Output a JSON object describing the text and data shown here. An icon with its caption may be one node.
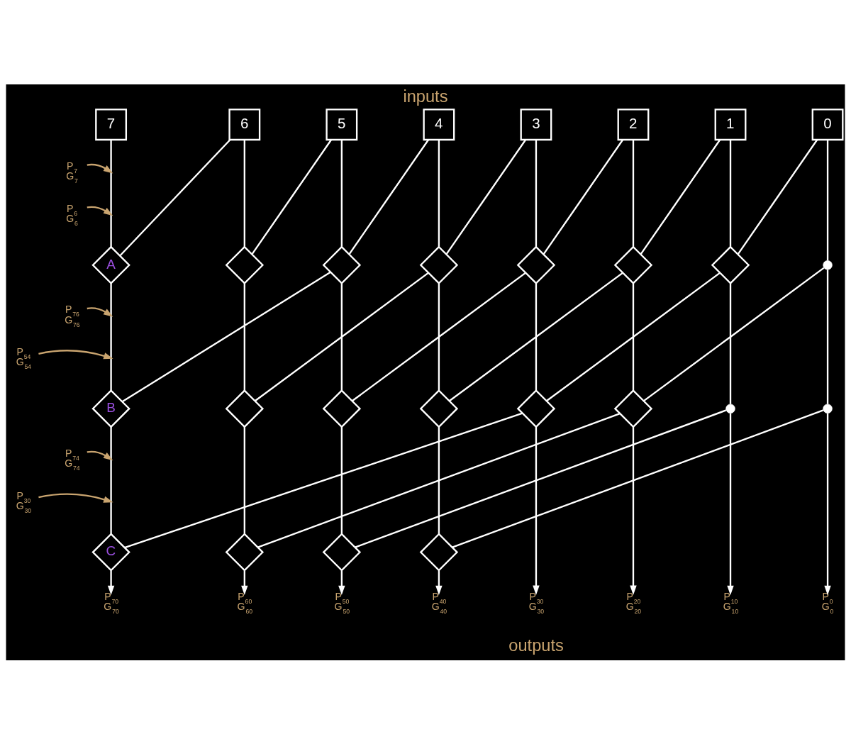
{
  "diagram": {
    "title": "inputs",
    "caption": "outputs",
    "nodes": [
      {
        "text": [
          "7"
        ]
      },
      {
        "text": [
          "6"
        ]
      },
      {
        "text": [
          "5"
        ]
      },
      {
        "text": [
          "4"
        ]
      },
      {
        "text": [
          "3"
        ]
      },
      {
        "text": [
          "2"
        ]
      },
      {
        "text": [
          "1"
        ]
      },
      {
        "text": [
          "0"
        ]
      },
      {
        "text": [
          "A"
        ]
      },
      {
        "text": [],
        "shape": "diamond"
      },
      {
        "text": [],
        "shape": "diamond"
      },
      {
        "text": [],
        "shape": "diamond"
      },
      {
        "text": [],
        "shape": "diamond"
      },
      {
        "text": [],
        "shape": "diamond"
      },
      {
        "text": [],
        "shape": "diamond"
      },
      {
        "text": [],
        "shape": "circle"
      },
      {
        "text": [
          "B"
        ]
      },
      {
        "text": [],
        "shape": "diamond"
      },
      {
        "text": [],
        "shape": "diamond"
      },
      {
        "text": [],
        "shape": "diamond"
      },
      {
        "text": [],
        "shape": "diamond"
      },
      {
        "text": [],
        "shape": "diamond"
      },
      {
        "text": [],
        "shape": "circle"
      },
      {
        "text": [],
        "shape": "circle"
      },
      {
        "text": [
          "C"
        ]
      },
      {
        "text": [],
        "shape": "diamond"
      },
      {
        "text": [],
        "shape": "diamond"
      },
      {
        "text": [],
        "shape": "diamond"
      },
      {
        "text": [
          "P$_{70}$",
          "G$_{70}$"
        ]
      },
      {
        "text": [
          "P$_{60}$",
          "G$_{60}$"
        ]
      },
      {
        "text": [
          "P$_{50}$",
          "G$_{50}$"
        ]
      },
      {
        "text": [
          "P$_{40}$",
          "G$_{40}$"
        ]
      },
      {
        "text": [
          "P$_{30}$",
          "G$_{30}$"
        ]
      },
      {
        "text": [
          "P$_{20}$",
          "G$_{20}$"
        ]
      },
      {
        "text": [
          "P$_{10}$",
          "G$_{10}$"
        ]
      },
      {
        "text": [
          "P$_{0}$",
          "G$_{0}$"
        ]
      },
      {
        "text": [
          "P$_{7}$",
          "G$_{7}$"
        ]
      },
      {
        "text": [
          "P$_{6}$",
          "G$_{6}$"
        ]
      },
      {
        "text": [
          "P$_{76}$",
          "G$_{76}$"
        ]
      },
      {
        "text": [
          "P$_{54}$",
          "G$_{54}$"
        ]
      },
      {
        "text": [
          "P$_{74}$",
          "G$_{74}$"
        ]
      },
      {
        "text": [
          "P$_{30}$",
          "G$_{30}$"
        ]
      }
    ],
    "edges": [
      {
        "from": 0,
        "to": 8,
        "arrow": "none"
      },
      {
        "from": 1,
        "to": 8,
        "arrow": "none"
      },
      {
        "from": 1,
        "to": 9,
        "arrow": "none"
      },
      {
        "from": 2,
        "to": 9,
        "arrow": "none"
      },
      {
        "from": 2,
        "to": 10,
        "arrow": "none"
      },
      {
        "from": 3,
        "to": 10,
        "arrow": "none"
      },
      {
        "from": 3,
        "to": 11,
        "arrow": "none"
      },
      {
        "from": 4,
        "to": 11,
        "arrow": "none"
      },
      {
        "from": 4,
        "to": 12,
        "arrow": "none"
      },
      {
        "from": 5,
        "to": 12,
        "arrow": "none"
      },
      {
        "from": 5,
        "to": 13,
        "arrow": "none"
      },
      {
        "from": 6,
        "to": 13,
        "arrow": "none"
      },
      {
        "from": 6,
        "to": 14,
        "arrow": "none"
      },
      {
        "from": 7,
        "to": 14,
        "arrow": "none"
      },
      {
        "from": 7,
        "to": 15,
        "arrow": "none"
      },
      {
        "from": 8,
        "to": 16,
        "arrow": "none"
      },
      {
        "from": 10,
        "to": 16,
        "arrow": "none"
      },
      {
        "from": 9,
        "to": 17,
        "arrow": "none"
      },
      {
        "from": 11,
        "to": 17,
        "arrow": "none"
      },
      {
        "from": 10,
        "to": 18,
        "arrow": "none"
      },
      {
        "from": 12,
        "to": 18,
        "arrow": "none"
      },
      {
        "from": 11,
        "to": 19,
        "arrow": "none"
      },
      {
        "from": 13,
        "to": 19,
        "arrow": "none"
      },
      {
        "from": 12,
        "to": 20,
        "arrow": "none"
      },
      {
        "from": 14,
        "to": 20,
        "arrow": "none"
      },
      {
        "from": 13,
        "to": 21,
        "arrow": "none"
      },
      {
        "from": 15,
        "to": 21,
        "arrow": "none"
      },
      {
        "from": 14,
        "to": 22,
        "arrow": "none"
      },
      {
        "from": 15,
        "to": 23,
        "arrow": "none"
      },
      {
        "from": 16,
        "to": 24,
        "arrow": "none"
      },
      {
        "from": 20,
        "to": 24,
        "arrow": "none"
      },
      {
        "from": 17,
        "to": 25,
        "arrow": "none"
      },
      {
        "from": 21,
        "to": 25,
        "arrow": "none"
      },
      {
        "from": 18,
        "to": 26,
        "arrow": "none"
      },
      {
        "from": 22,
        "to": 26,
        "arrow": "none"
      },
      {
        "from": 19,
        "to": 27,
        "arrow": "none"
      },
      {
        "from": 23,
        "to": 27,
        "arrow": "none"
      },
      {
        "from": 24,
        "to": 28,
        "arrow": "to"
      },
      {
        "from": 25,
        "to": 29,
        "arrow": "to"
      },
      {
        "from": 26,
        "to": 30,
        "arrow": "to"
      },
      {
        "from": 27,
        "to": 31,
        "arrow": "to"
      },
      {
        "from": 20,
        "to": 32,
        "arrow": "to"
      },
      {
        "from": 21,
        "to": 33,
        "arrow": "to"
      },
      {
        "from": 22,
        "to": 34,
        "arrow": "to"
      },
      {
        "from": 23,
        "to": 35,
        "arrow": "to"
      },
      {
        "from": 36,
        "to": null,
        "arrow": "to",
        "color": "#c9a46f"
      },
      {
        "from": 37,
        "to": null,
        "arrow": "to",
        "color": "#c9a46f"
      },
      {
        "from": 38,
        "to": null,
        "arrow": "to",
        "color": "#c9a46f"
      },
      {
        "from": 39,
        "to": null,
        "arrow": "to",
        "color": "#c9a46f"
      },
      {
        "from": 40,
        "to": null,
        "arrow": "to",
        "color": "#c9a46f"
      },
      {
        "from": 41,
        "to": null,
        "arrow": "to",
        "color": "#c9a46f"
      }
    ]
  }
}
